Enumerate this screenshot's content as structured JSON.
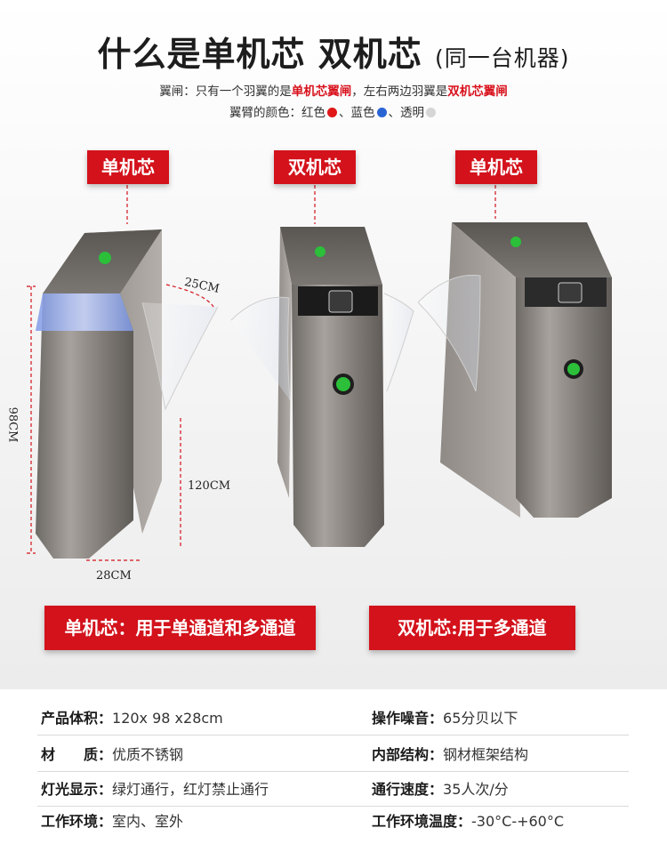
{
  "header": {
    "title": "什么是单机芯 双机芯",
    "title_paren": "(同一台机器)",
    "line1_prefix": "翼闸：只有一个羽翼的是",
    "line1_red1": "单机芯翼闸",
    "line1_mid": "，左右两边羽翼是",
    "line1_red2": "双机芯翼闸",
    "line2_prefix": "翼臂的颜色：红色",
    "line2_blue": "、蓝色",
    "line2_clear": "、透明"
  },
  "tags": {
    "left": "单机芯",
    "middle": "双机芯",
    "right": "单机芯"
  },
  "dimensions": {
    "height": "98CM",
    "wing": "25CM",
    "length": "120CM",
    "width": "28CM"
  },
  "usage": {
    "single": "单机芯：用于单通道和多通道",
    "double": "双机芯:用于多通道"
  },
  "specs": [
    {
      "left_key": "产品体积：",
      "left_val": "120x 98 x28cm",
      "right_key": "操作噪音：",
      "right_val": "65分贝以下"
    },
    {
      "left_key": "材　　质：",
      "left_val": "优质不锈钢",
      "right_key": "内部结构：",
      "right_val": "钢材框架结构"
    },
    {
      "left_key": "灯光显示：",
      "left_val": "绿灯通行，红灯禁止通行",
      "right_key": "通行速度：",
      "right_val": "35人次/分"
    },
    {
      "left_key": "工作环境：",
      "left_val": "室内、室外",
      "right_key": "工作环境温度：",
      "right_val": "-30°C-+60°C"
    }
  ],
  "colors": {
    "accent_red": "#d3121b",
    "steel": "#8a8580",
    "indicator_green": "#2bbf3a",
    "wing_blue": "#6d8fe0"
  }
}
